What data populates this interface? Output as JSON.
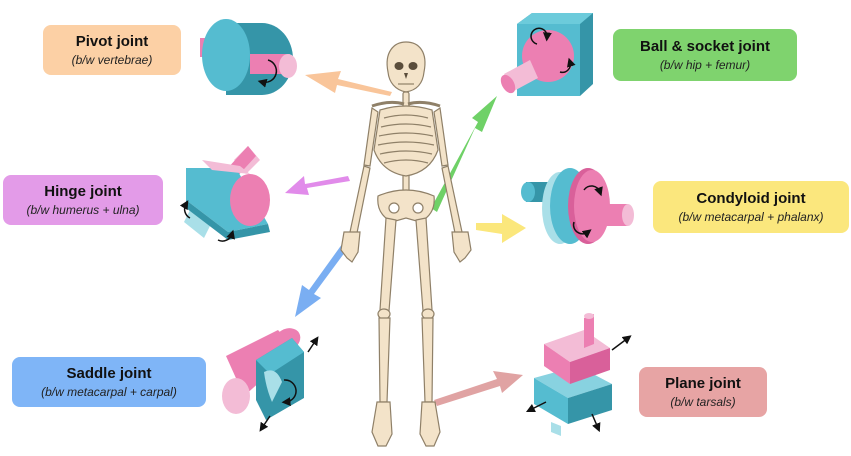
{
  "joints": [
    {
      "id": "pivot",
      "name": "Pivot joint",
      "desc": "(b/w vertebrae)",
      "color": "#fcd0a5"
    },
    {
      "id": "ball",
      "name": "Ball & socket joint",
      "desc": "(b/w hip + femur)",
      "color": "#7fd36e"
    },
    {
      "id": "hinge",
      "name": "Hinge joint",
      "desc": "(b/w humerus + ulna)",
      "color": "#e39be8"
    },
    {
      "id": "condyloid",
      "name": "Condyloid joint",
      "desc": "(b/w metacarpal + phalanx)",
      "color": "#fbe77d"
    },
    {
      "id": "saddle",
      "name": "Saddle joint",
      "desc": "(b/w metacarpal + carpal)",
      "color": "#7fb5f7"
    },
    {
      "id": "plane",
      "name": "Plane joint",
      "desc": "(b/w tarsals)",
      "color": "#e7a4a4"
    }
  ],
  "arrow_colors": {
    "pivot": "#f9c59a",
    "ball": "#6fd167",
    "hinge": "#e18bea",
    "condyloid": "#fbe77c",
    "saddle": "#7aaef2",
    "plane": "#e0a3a3"
  },
  "model_colors": {
    "pink": "#ec7fb2",
    "pink_light": "#f3bcd6",
    "pink_dark": "#d9609a",
    "teal": "#55bcd0",
    "teal_dark": "#3595a8",
    "teal_light": "#a9dfe8",
    "bone": "#f3e3c9",
    "bone_stroke": "#8f8068"
  }
}
